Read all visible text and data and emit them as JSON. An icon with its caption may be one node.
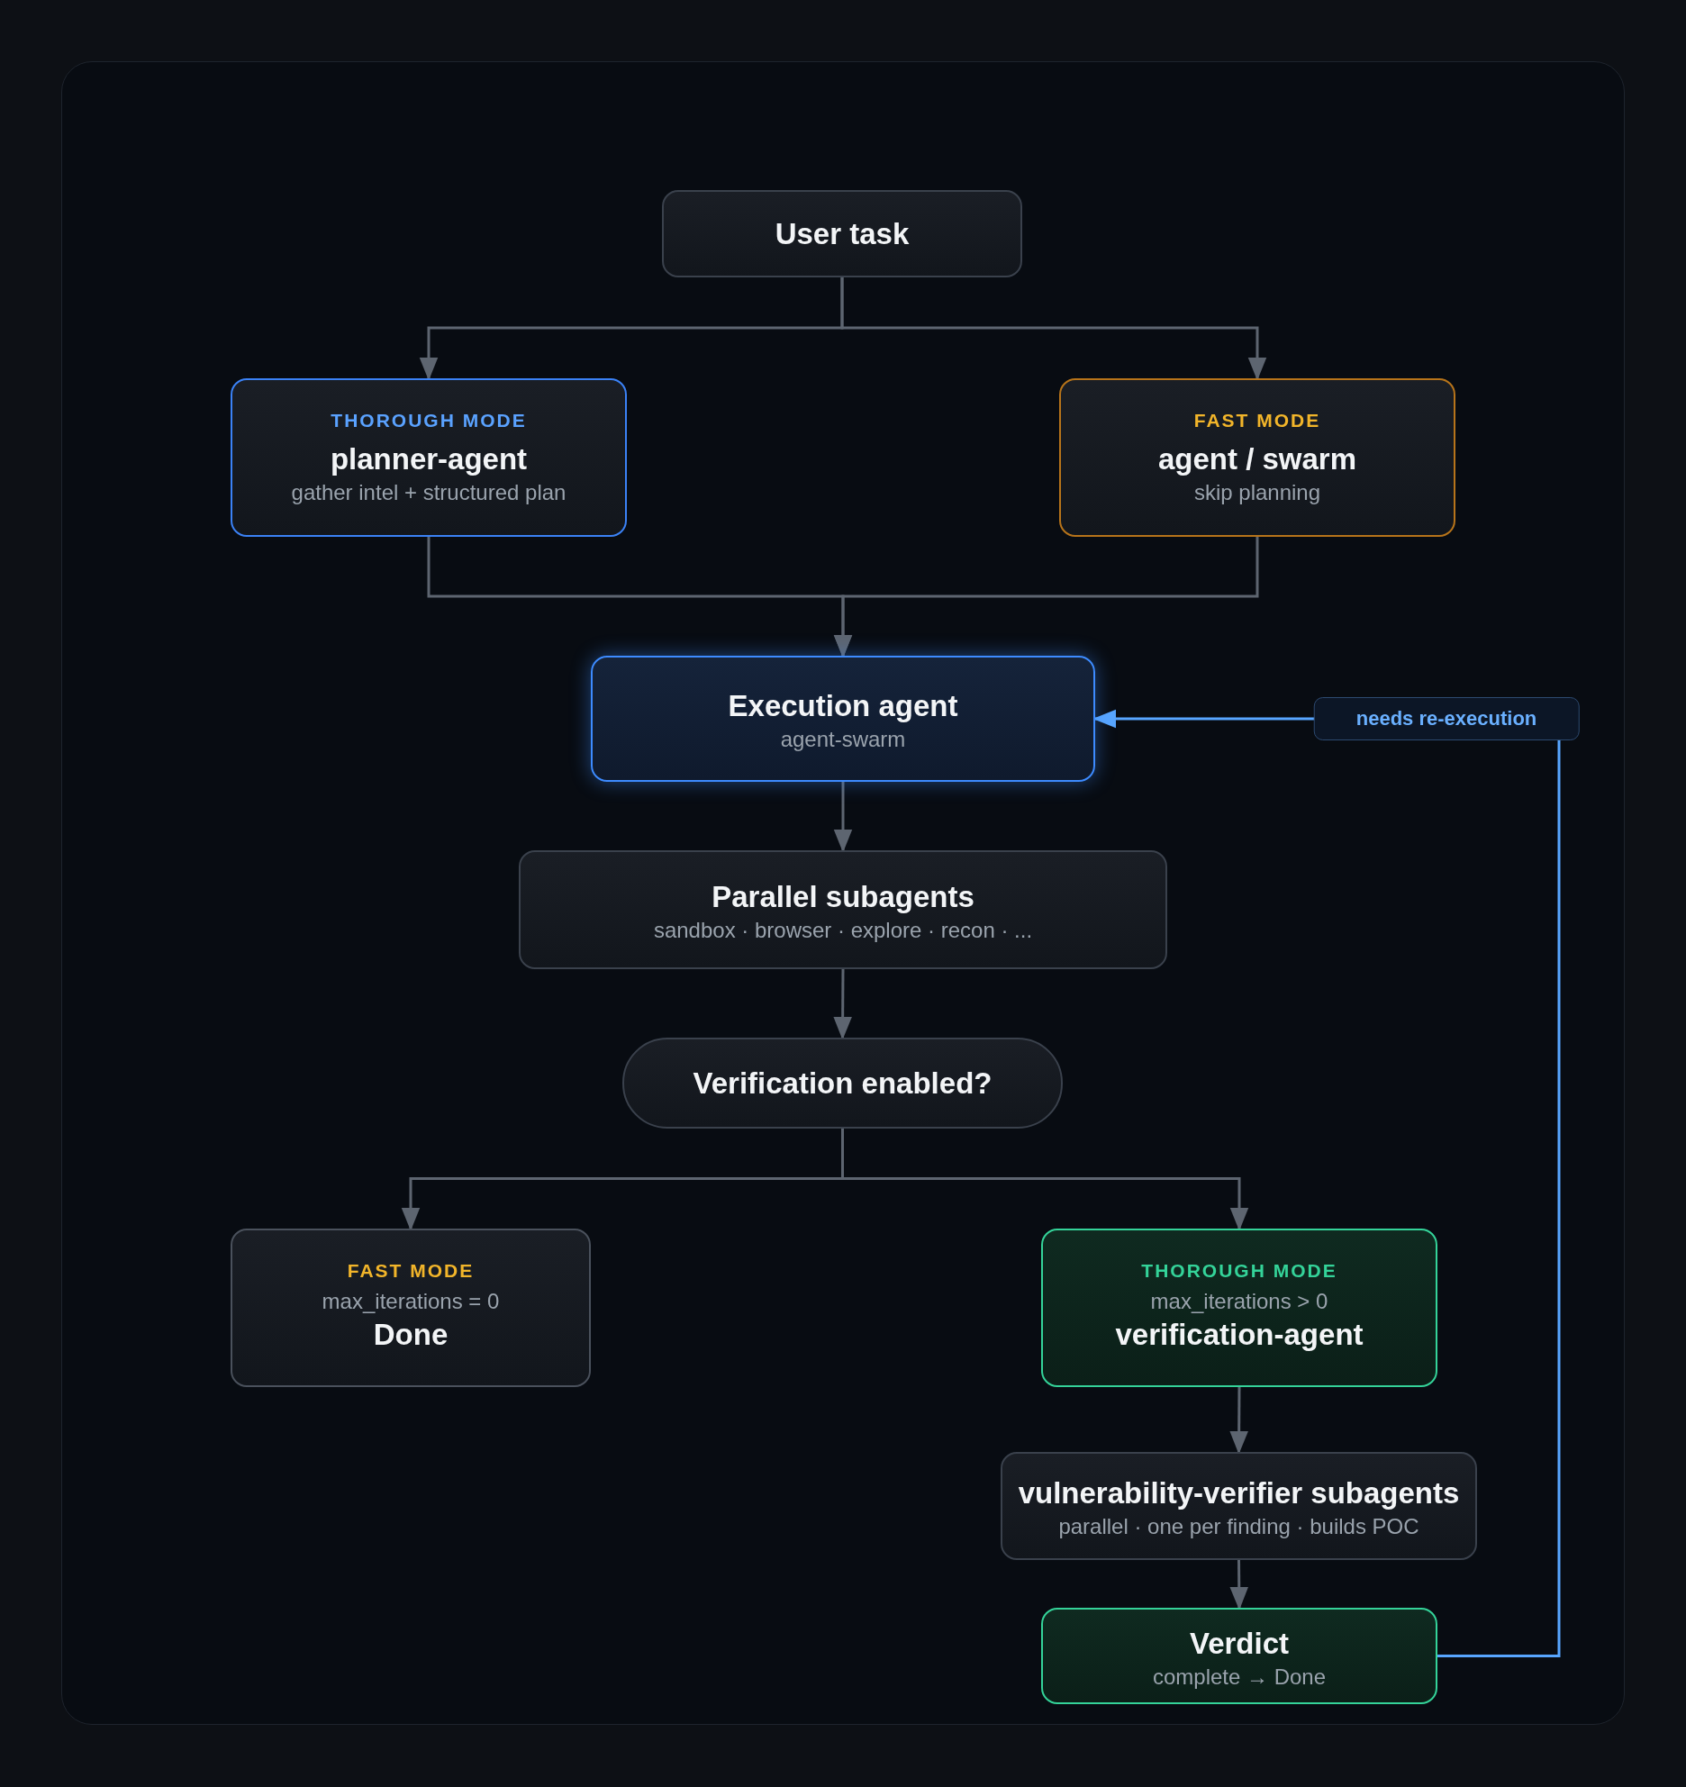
{
  "diagram": {
    "nodes": [
      {
        "text": [
          "User task"
        ]
      },
      {
        "text": [
          "THOROUGH MODE",
          "planner-agent",
          "gather intel + structured plan"
        ]
      },
      {
        "text": [
          "FAST MODE",
          "agent / swarm",
          "skip planning"
        ]
      },
      {
        "text": [
          "Execution agent",
          "agent-swarm"
        ]
      },
      {
        "text": [
          "Parallel subagents",
          "sandbox · browser · explore · recon · ..."
        ]
      },
      {
        "text": [
          "Verification enabled?"
        ]
      },
      {
        "text": [
          "FAST MODE",
          "max_iterations = 0",
          "Done"
        ]
      },
      {
        "text": [
          "THOROUGH MODE",
          "max_iterations > 0",
          "verification-agent"
        ]
      },
      {
        "text": [
          "vulnerability-verifier subagents",
          "parallel · one per finding · builds POC"
        ]
      },
      {
        "text": [
          "Verdict",
          "complete → Done"
        ]
      }
    ],
    "edges": [
      {
        "from": 0,
        "to": 1,
        "arrow": "to"
      },
      {
        "from": 0,
        "to": 2,
        "arrow": "to"
      },
      {
        "from": 1,
        "to": 3,
        "arrow": "to"
      },
      {
        "from": 2,
        "to": 3,
        "arrow": "to"
      },
      {
        "from": 3,
        "to": 4,
        "arrow": "to"
      },
      {
        "from": 4,
        "to": 5,
        "arrow": "to"
      },
      {
        "from": 5,
        "to": 6,
        "arrow": "to"
      },
      {
        "from": 5,
        "to": 7,
        "arrow": "to"
      },
      {
        "from": 7,
        "to": 8,
        "arrow": "to"
      },
      {
        "from": 8,
        "to": 9,
        "arrow": "to"
      },
      {
        "from": 9,
        "to": 3,
        "arrow": "to",
        "label": "needs re-execution",
        "color": "#58a6ff"
      }
    ]
  }
}
